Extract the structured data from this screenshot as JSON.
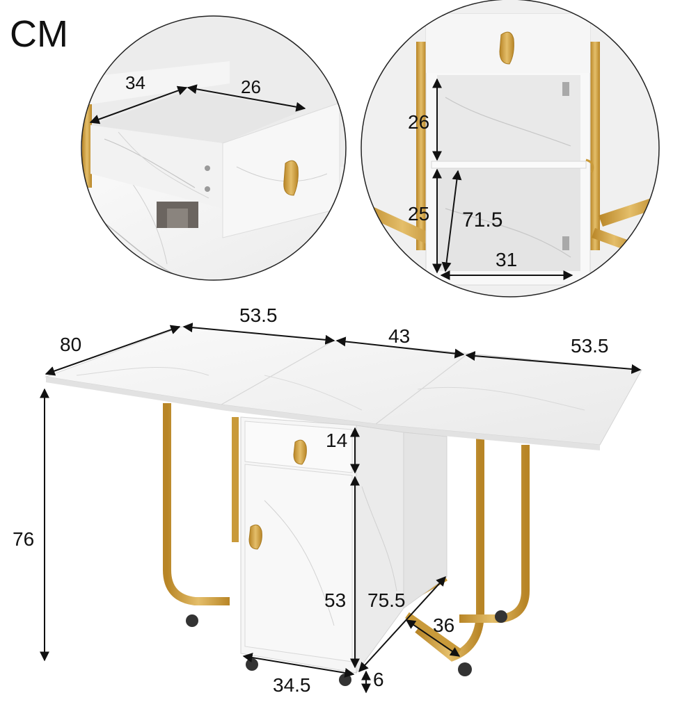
{
  "unit_label": "CM",
  "inset_drawer": {
    "depth": "34",
    "width": "26"
  },
  "inset_cabinet": {
    "upper_height": "26",
    "lower_height": "25",
    "diagonal": "71.5",
    "inner_width": "31"
  },
  "table": {
    "width": "80",
    "leaf_left": "53.5",
    "center": "43",
    "leaf_right": "53.5",
    "height": "76",
    "drawer_height": "14",
    "cabinet_height": "53",
    "side_height": "75.5",
    "leg_depth": "36",
    "cabinet_width": "34.5",
    "caster_height": "6"
  },
  "colors": {
    "gold": "#c99a3a",
    "marble": "#f4f4f4",
    "vein": "#cfcfcf"
  }
}
